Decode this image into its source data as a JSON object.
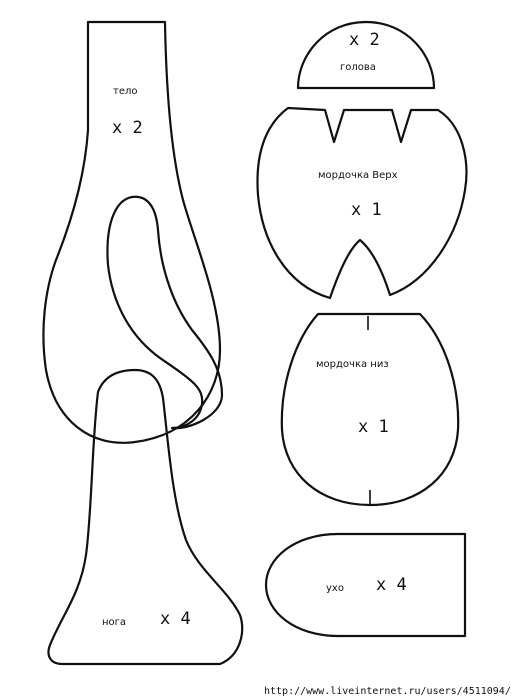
{
  "pieces": {
    "body": {
      "name": "тело",
      "count": "х 2"
    },
    "head": {
      "name": "голова",
      "count": "х 2"
    },
    "muzzle_top": {
      "name": "мордочка Верх",
      "count": "х 1"
    },
    "muzzle_bottom": {
      "name": "мордочка низ",
      "count": "х 1"
    },
    "leg": {
      "name": "нога",
      "count": "х 4"
    },
    "ear": {
      "name": "ухо",
      "count": "х 4"
    }
  },
  "watermark": "http://www.liveinternet.ru/users/4511094/"
}
